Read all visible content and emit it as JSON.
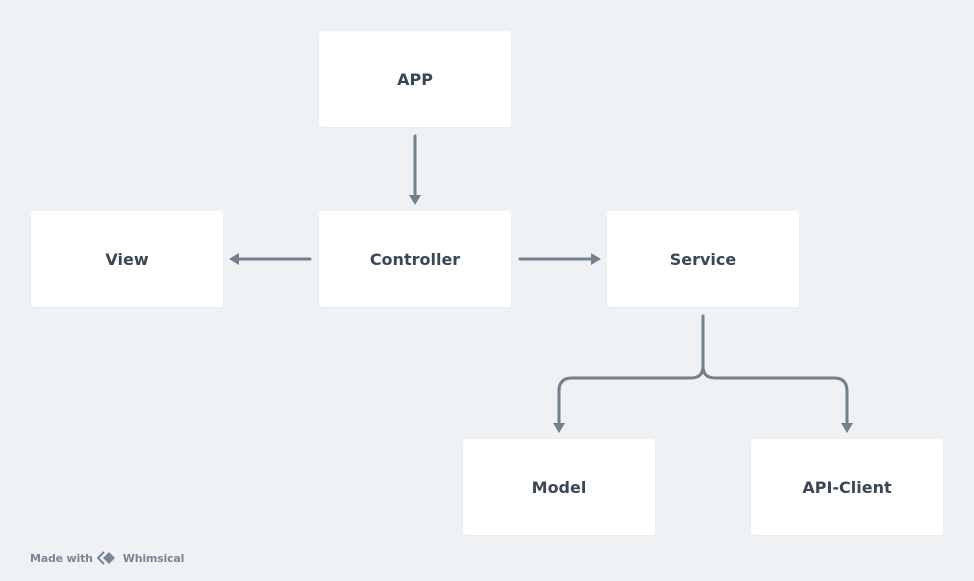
{
  "nodes": {
    "app": "APP",
    "view": "View",
    "controller": "Controller",
    "service": "Service",
    "model": "Model",
    "api_client": "API-Client"
  },
  "footer": {
    "made_with": "Made with",
    "brand": "Whimsical"
  },
  "colors": {
    "background": "#eef2f5",
    "node_fill": "#ffffff",
    "node_text": "#3a4756",
    "connector": "#73808d"
  }
}
